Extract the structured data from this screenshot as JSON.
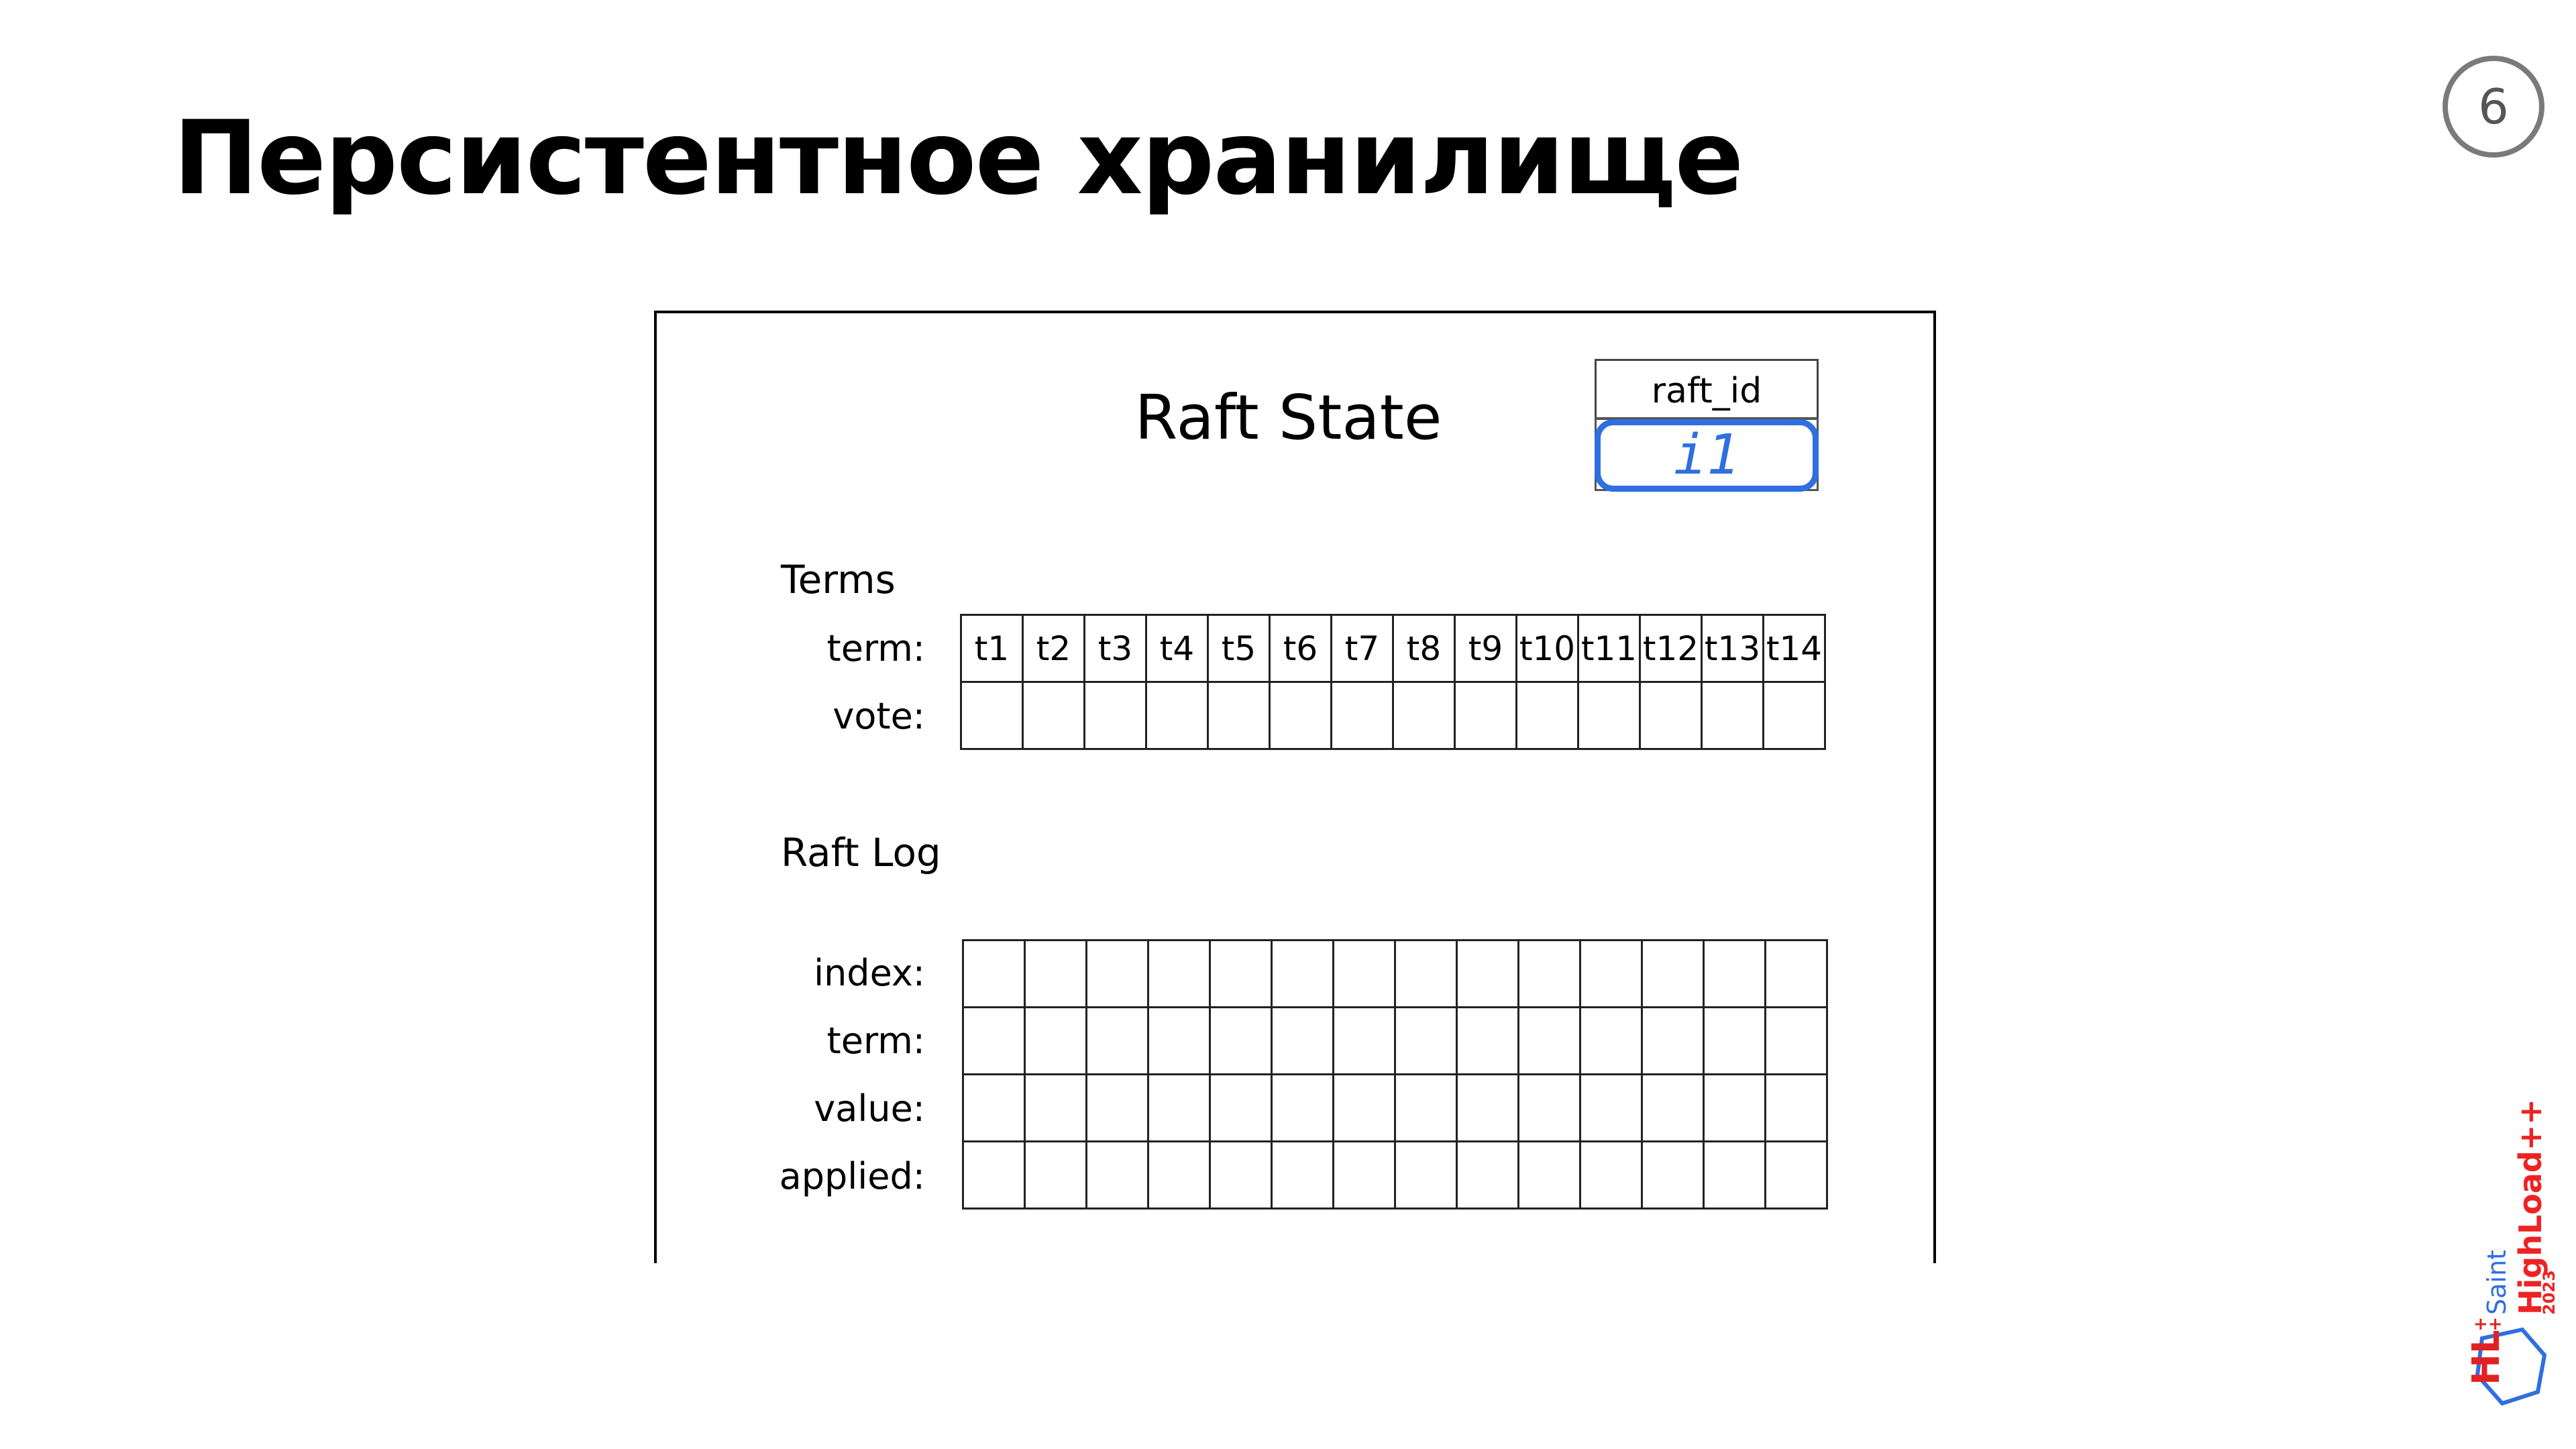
{
  "slide": {
    "title": "Персистентное хранилище",
    "page_number": "6"
  },
  "panel": {
    "title": "Raft State",
    "raft_id": {
      "label": "raft_id",
      "value": "i1"
    },
    "terms": {
      "section_label": "Terms",
      "row_labels": {
        "term": "term:",
        "vote": "vote:"
      },
      "terms": [
        "t1",
        "t2",
        "t3",
        "t4",
        "t5",
        "t6",
        "t7",
        "t8",
        "t9",
        "t10",
        "t11",
        "t12",
        "t13",
        "t14"
      ]
    },
    "log": {
      "section_label": "Raft Log",
      "row_labels": {
        "index": "index:",
        "term": "term:",
        "value": "value:",
        "applied": "applied:"
      }
    }
  },
  "logo": {
    "saint": "Saint",
    "brand": "HighLoad++",
    "year": "2023",
    "mark": "HL",
    "colors": {
      "red": "#e22222",
      "blue": "#2f6fe0"
    }
  },
  "colors": {
    "accent": "#2f6fe0"
  }
}
